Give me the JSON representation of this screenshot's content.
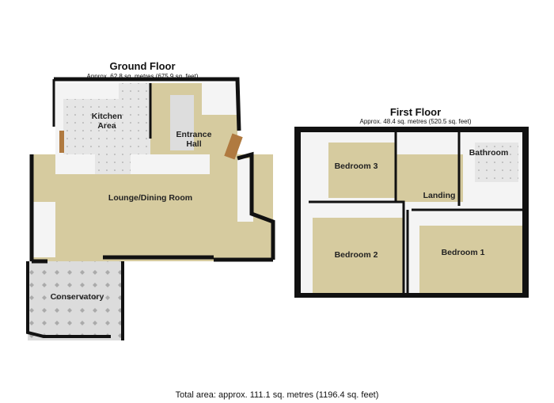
{
  "ground_floor": {
    "title": "Ground Floor",
    "area": "Approx. 62.8 sq. metres (675.9 sq. feet)",
    "rooms": [
      "Kitchen Area",
      "Entrance Hall",
      "Lounge/Dining Room",
      "Conservatory"
    ]
  },
  "first_floor": {
    "title": "First Floor",
    "area": "Approx. 48.4 sq. metres (520.5 sq. feet)",
    "rooms": [
      "Bedroom 3",
      "Bathroom",
      "Landing",
      "Bedroom 2",
      "Bedroom 1"
    ]
  },
  "total_area": "Total area: approx. 111.1 sq. metres (1196.4 sq. feet)",
  "colors": {
    "carpet": "#d6cb9f",
    "tile": "#e3e3e3",
    "wall": "#111111",
    "wall_inner": "#f4f4f4"
  }
}
